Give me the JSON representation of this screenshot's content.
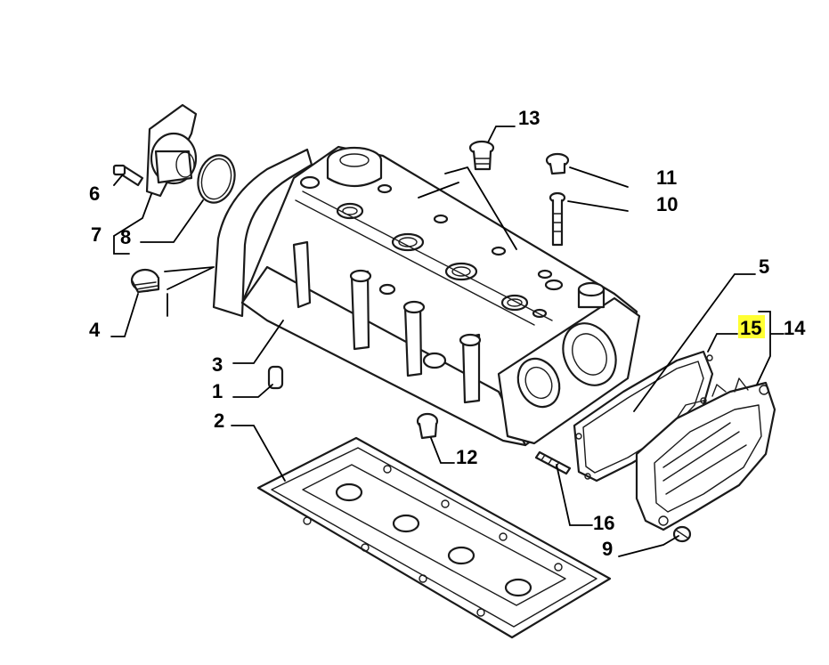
{
  "colors": {
    "highlight": "#ffff33",
    "line": "#1a1a1a"
  },
  "callouts": {
    "c1": "1",
    "c2": "2",
    "c3": "3",
    "c4": "4",
    "c5": "5",
    "c6": "6",
    "c7": "7",
    "c8": "8",
    "c9": "9",
    "c10": "10",
    "c11": "11",
    "c12": "12",
    "c13": "13",
    "c14": "14",
    "c15": "15",
    "c16": "16"
  },
  "highlighted_callout": "15"
}
